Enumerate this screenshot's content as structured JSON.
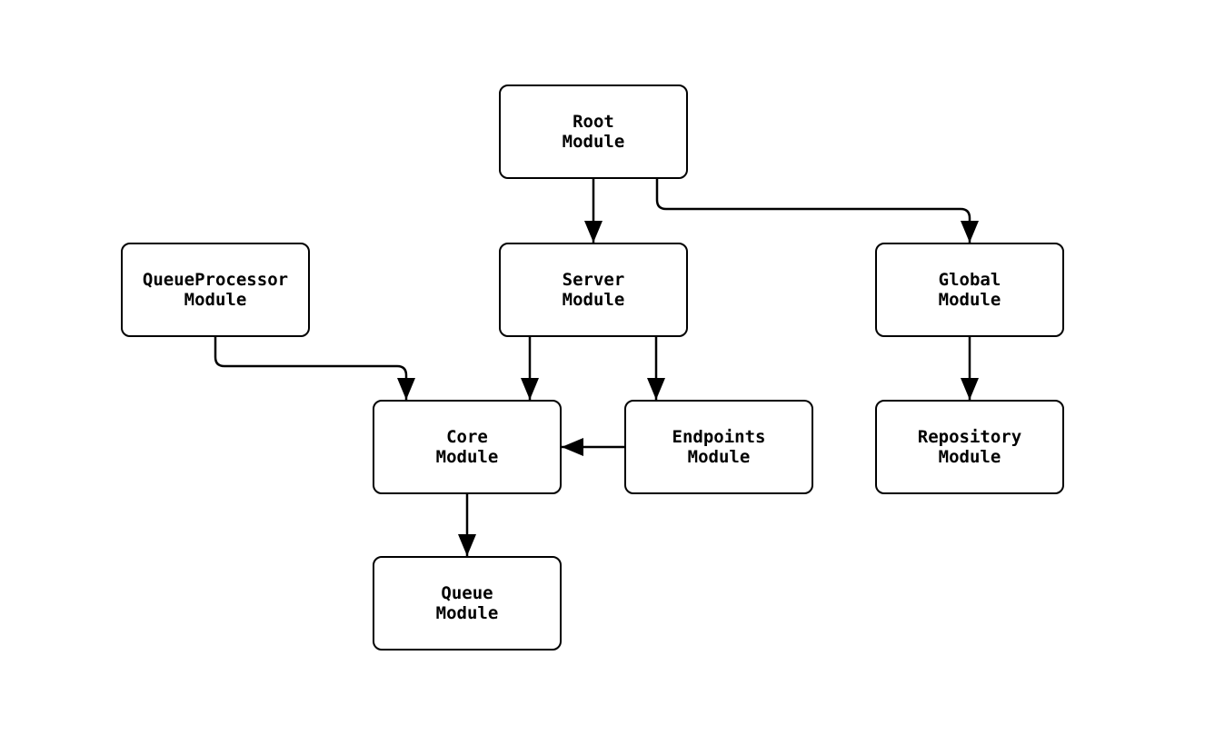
{
  "diagram": {
    "type": "flowchart",
    "background": "#ffffff",
    "colors": {
      "node_fill": "#ffffff",
      "node_border": "#000000",
      "text": "#000000",
      "edge": "#000000"
    },
    "nodes": [
      {
        "id": "root",
        "label_line1": "Root",
        "label_line2": "Module"
      },
      {
        "id": "server",
        "label_line1": "Server",
        "label_line2": "Module"
      },
      {
        "id": "queueProcessor",
        "label_line1": "QueueProcessor",
        "label_line2": "Module"
      },
      {
        "id": "global",
        "label_line1": "Global",
        "label_line2": "Module"
      },
      {
        "id": "core",
        "label_line1": "Core",
        "label_line2": "Module"
      },
      {
        "id": "endpoints",
        "label_line1": "Endpoints",
        "label_line2": "Module"
      },
      {
        "id": "repository",
        "label_line1": "Repository",
        "label_line2": "Module"
      },
      {
        "id": "queue",
        "label_line1": "Queue",
        "label_line2": "Module"
      }
    ],
    "edges": [
      {
        "from": "Root Module",
        "to": "Server Module"
      },
      {
        "from": "Root Module",
        "to": "Global Module"
      },
      {
        "from": "QueueProcessor Module",
        "to": "Core Module"
      },
      {
        "from": "Server Module",
        "to": "Core Module"
      },
      {
        "from": "Server Module",
        "to": "Endpoints Module"
      },
      {
        "from": "Endpoints Module",
        "to": "Core Module"
      },
      {
        "from": "Global Module",
        "to": "Repository Module"
      },
      {
        "from": "Core Module",
        "to": "Queue Module"
      }
    ]
  }
}
